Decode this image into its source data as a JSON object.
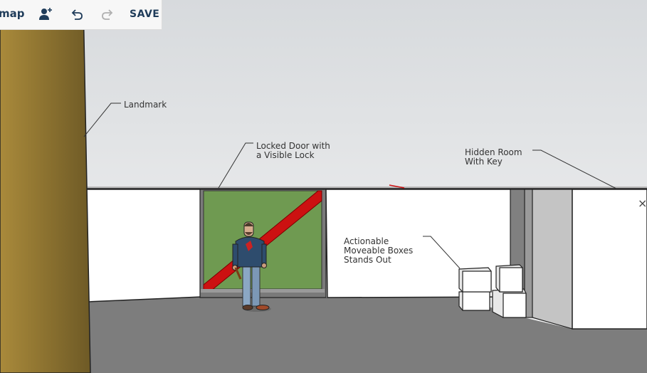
{
  "toolbar": {
    "map_label": "map",
    "add_user_icon": "add-user-icon",
    "undo_icon": "undo-icon",
    "redo_icon": "redo-icon",
    "save_label": "SAVE"
  },
  "annotations": {
    "landmark": "Landmark",
    "locked_door": "Locked Door with\na Visible Lock",
    "hidden_room": "Hidden Room\nWith Key",
    "boxes": "Actionable\nMoveable Boxes\nStands Out"
  },
  "colors": {
    "door_green": "#6f9a51",
    "lock_red": "#cc1111",
    "floor": "#7d7d7d",
    "pillar": "#8b7230",
    "toolbar_text": "#1f3c5a"
  }
}
